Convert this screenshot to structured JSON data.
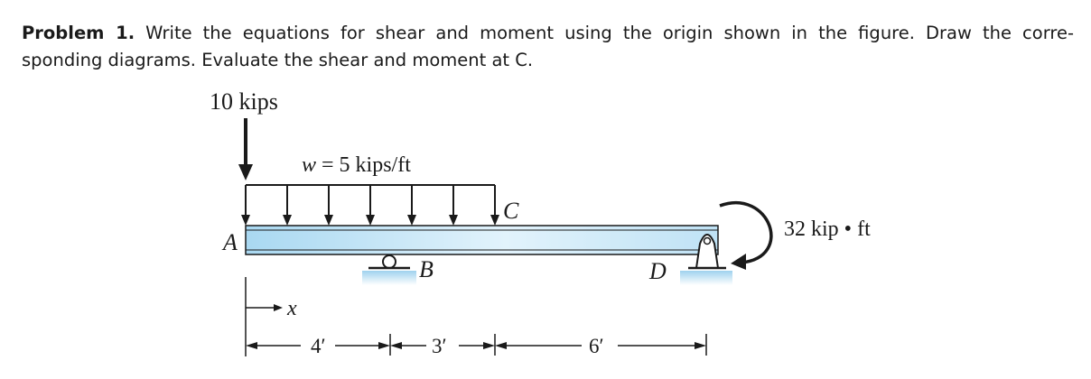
{
  "problem": {
    "label": "Problem 1.",
    "line1": "Write the equations for shear and moment using the origin shown in the figure. Draw the corre-",
    "line2": "sponding diagrams. Evaluate the shear and moment at C."
  },
  "figure": {
    "point_load": "10 kips",
    "distributed_load": "w = 5 kips/ft",
    "moment": "32 kip • ft",
    "points": {
      "a": "A",
      "b": "B",
      "c": "C",
      "d": "D"
    },
    "x_axis": "x",
    "dims": {
      "ab": "4′",
      "bc": "3′",
      "cd": "6′"
    },
    "colors": {
      "beam": "#c6e6f6",
      "support": "#c3e3f3",
      "ink": "#1a1a1a"
    }
  }
}
